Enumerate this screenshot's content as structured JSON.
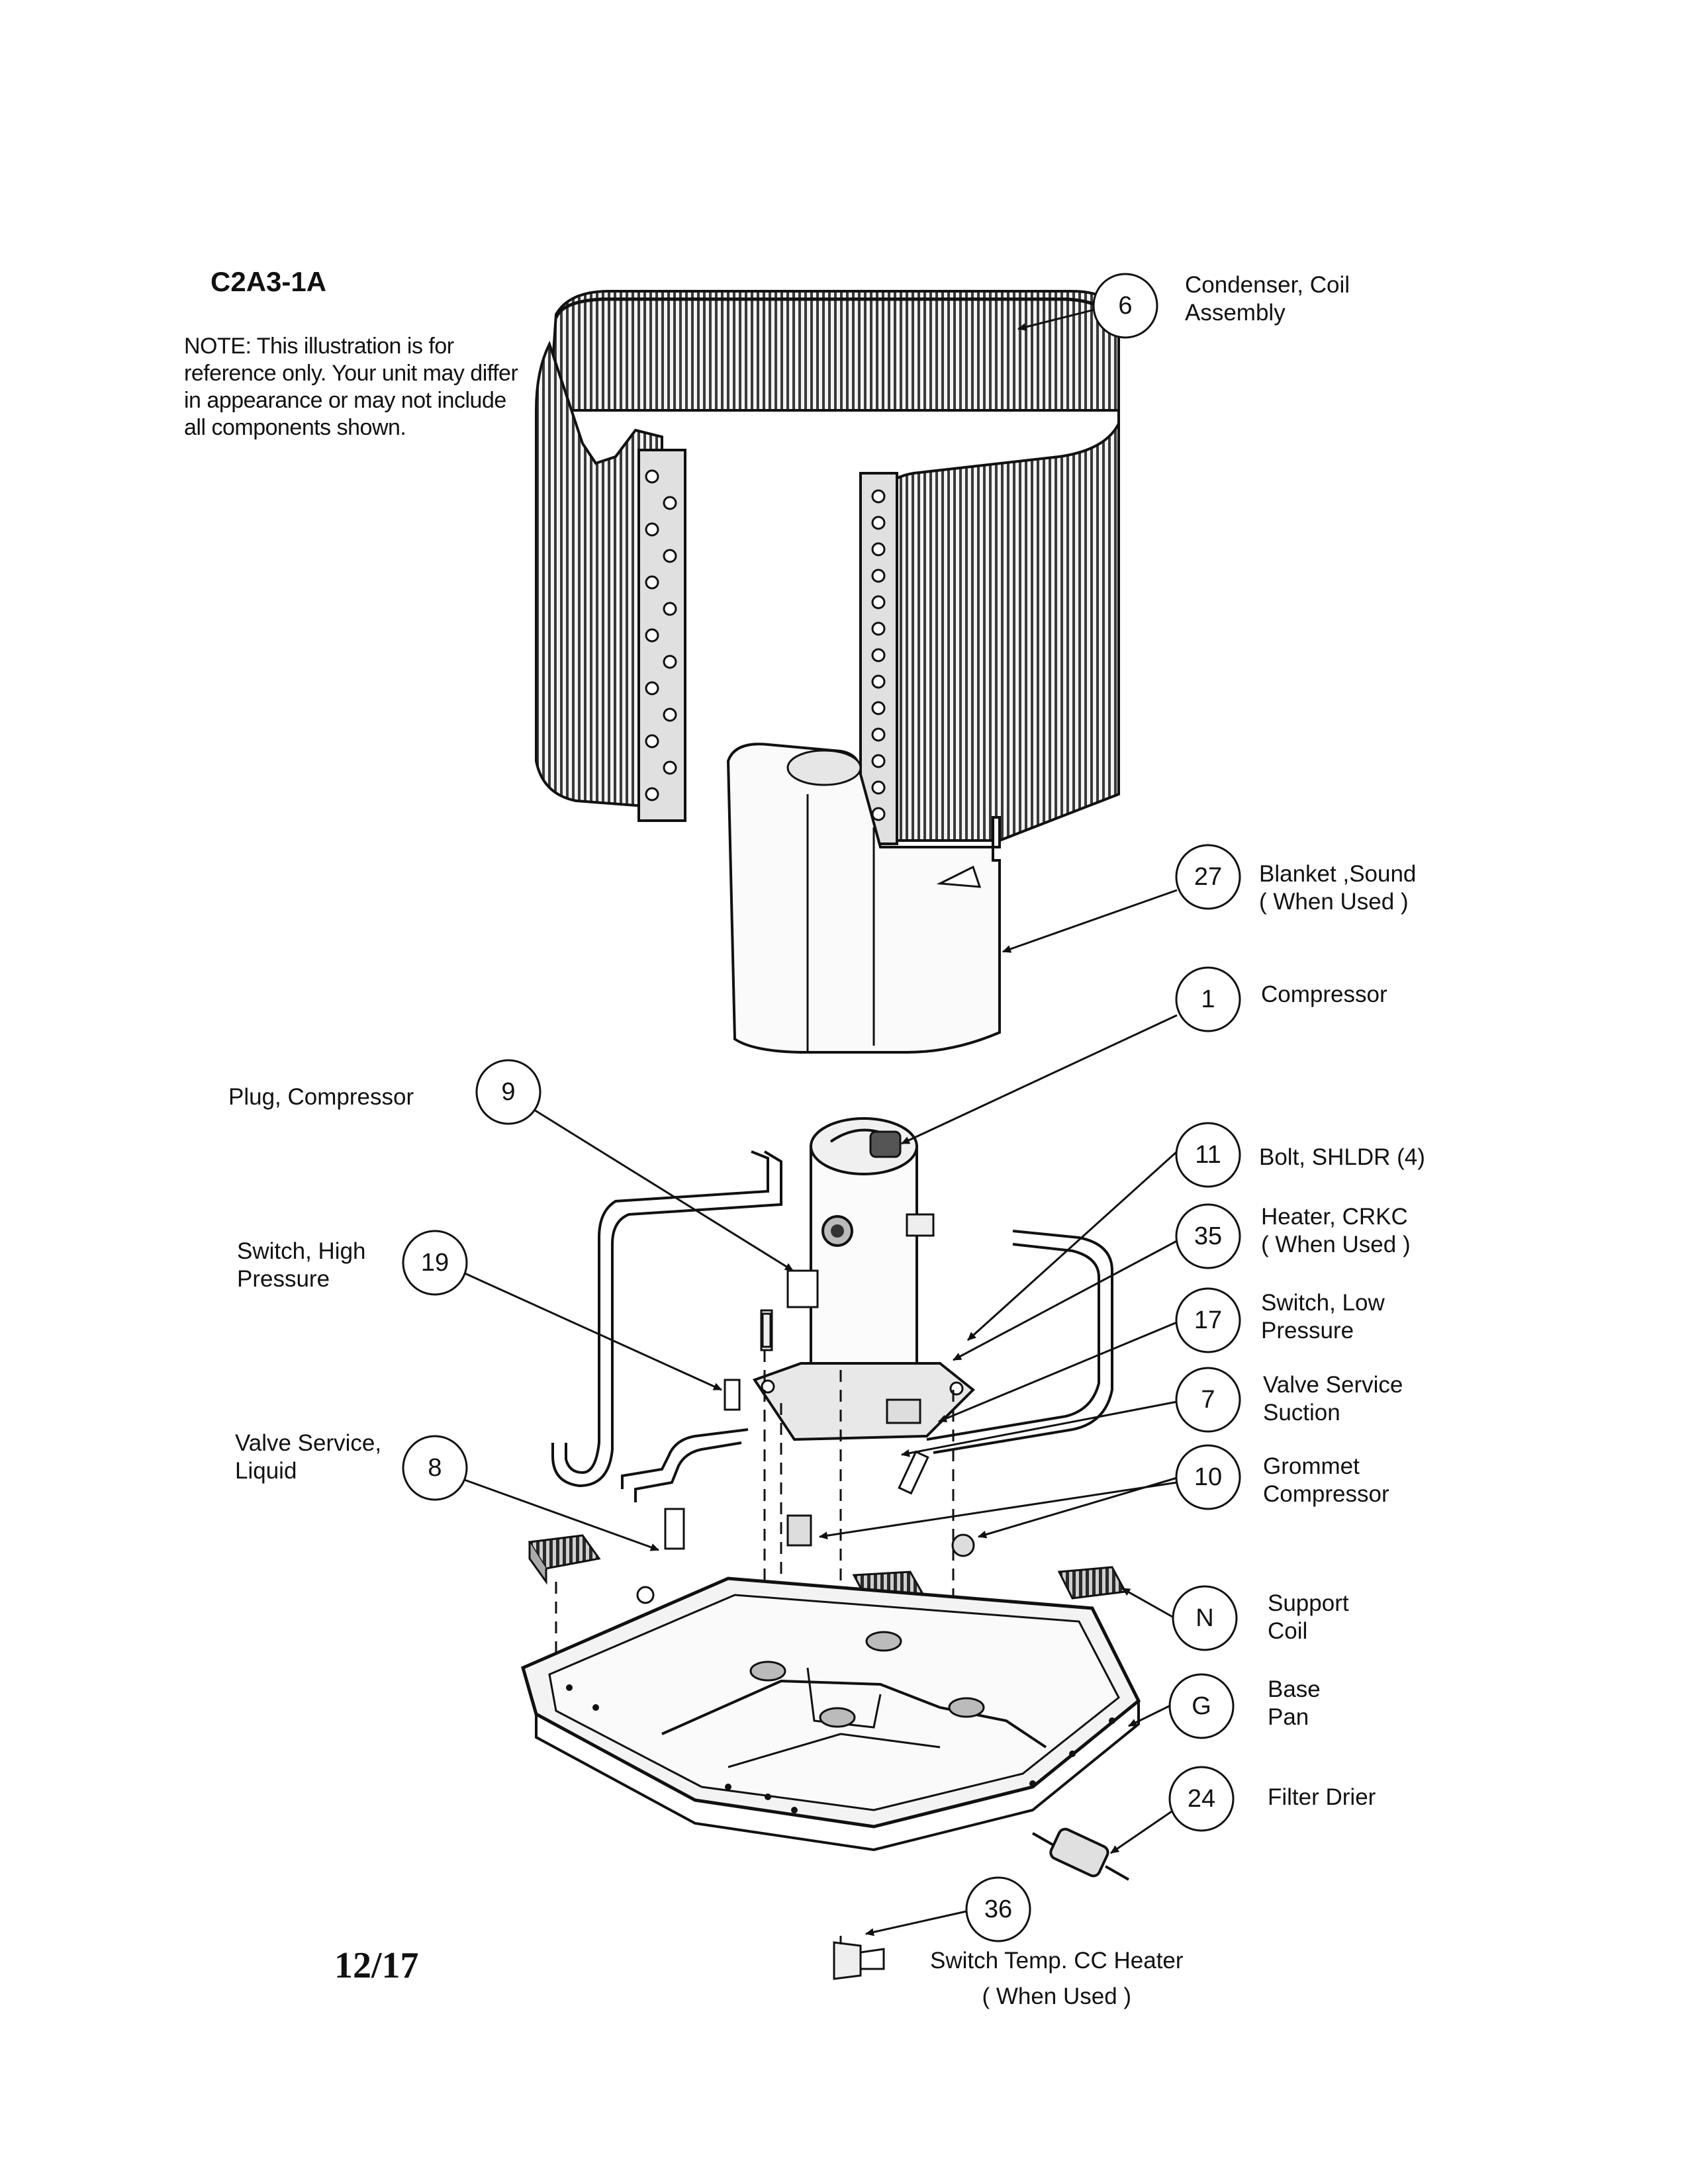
{
  "document": {
    "title": "C2A3-1A",
    "note": "NOTE: This illustration is for reference only. Your unit may differ in appearance or may not include all components shown.",
    "page_number": "12/17"
  },
  "callouts": {
    "c6": "6",
    "c27": "27",
    "c1": "1",
    "c9": "9",
    "c11": "11",
    "c35": "35",
    "c19": "19",
    "c17": "17",
    "c7": "7",
    "c8": "8",
    "c10": "10",
    "cN": "N",
    "cG": "G",
    "c24": "24",
    "c36": "36"
  },
  "parts": {
    "p6": {
      "line1": "Condenser, Coil",
      "line2": "Assembly"
    },
    "p27": {
      "line1": "Blanket ,Sound",
      "line2": "( When Used )"
    },
    "p1": {
      "line1": "Compressor"
    },
    "p9": {
      "line1": "Plug, Compressor"
    },
    "p11": {
      "line1": "Bolt, SHLDR (4)"
    },
    "p35": {
      "line1": "Heater, CRKC",
      "line2": "( When Used )"
    },
    "p19": {
      "line1": "Switch, High",
      "line2": "Pressure"
    },
    "p17": {
      "line1": "Switch, Low",
      "line2": "Pressure"
    },
    "p7": {
      "line1": "Valve Service",
      "line2": "Suction"
    },
    "p8": {
      "line1": "Valve Service,",
      "line2": "Liquid"
    },
    "p10": {
      "line1": "Grommet",
      "line2": "Compressor"
    },
    "pN": {
      "line1": "Support",
      "line2": "Coil"
    },
    "pG": {
      "line1": "Base",
      "line2": "Pan"
    },
    "p24": {
      "line1": "Filter Drier"
    },
    "p36": {
      "line1": "Switch Temp. CC Heater",
      "line2": "( When Used )"
    }
  }
}
